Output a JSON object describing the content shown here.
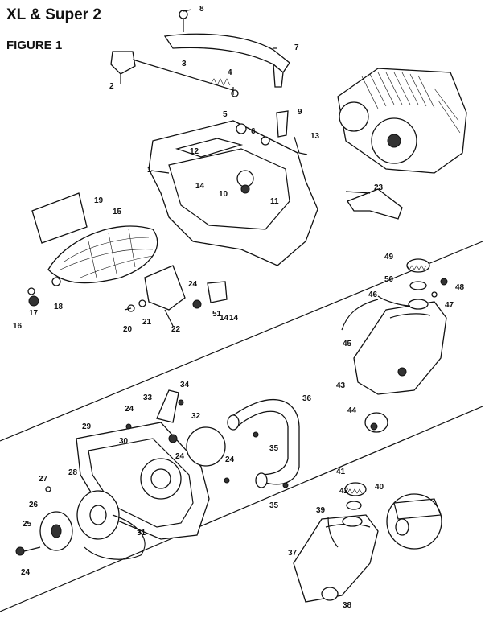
{
  "header": {
    "title": "XL & Super 2",
    "figure": "FIGURE 1"
  },
  "colors": {
    "ink": "#111111",
    "paper": "#ffffff"
  },
  "callouts": [
    "1",
    "2",
    "3",
    "4",
    "5",
    "6",
    "7",
    "8",
    "9",
    "10",
    "11",
    "12",
    "13",
    "14",
    "14",
    "14",
    "15",
    "16",
    "17",
    "18",
    "19",
    "20",
    "21",
    "22",
    "23",
    "24",
    "24",
    "24",
    "24",
    "24",
    "25",
    "26",
    "27",
    "28",
    "29",
    "30",
    "31",
    "32",
    "33",
    "34",
    "35",
    "35",
    "36",
    "37",
    "38",
    "39",
    "40",
    "41",
    "42",
    "43",
    "44",
    "45",
    "46",
    "47",
    "48",
    "49",
    "50",
    "51"
  ]
}
